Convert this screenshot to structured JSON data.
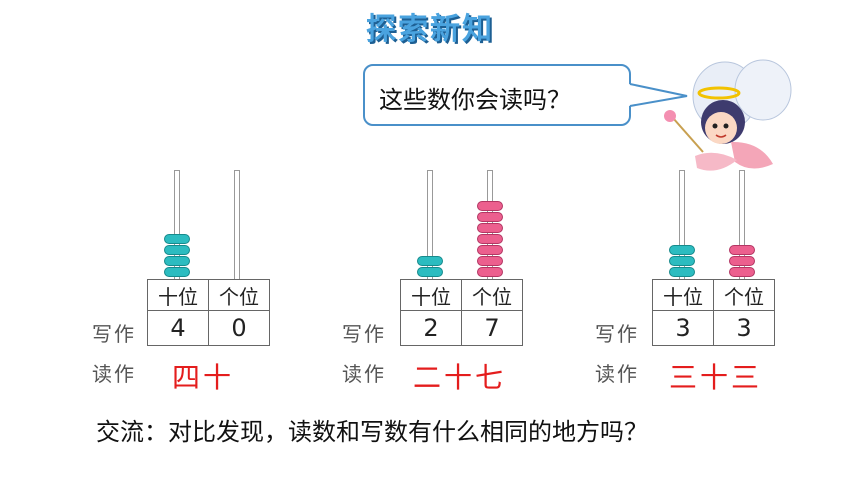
{
  "header": {
    "title": "探索新知"
  },
  "bubble": {
    "text": "这些数你会读吗？"
  },
  "row_labels": {
    "write": "写作",
    "read": "读作"
  },
  "place_headers": {
    "tens": "十位",
    "ones": "个位"
  },
  "examples": [
    {
      "tens_digit": "4",
      "ones_digit": "0",
      "reading": "四十",
      "tens_beads": 4,
      "ones_beads": 0
    },
    {
      "tens_digit": "2",
      "ones_digit": "7",
      "reading": "二十七",
      "tens_beads": 2,
      "ones_beads": 7
    },
    {
      "tens_digit": "3",
      "ones_digit": "3",
      "reading": "三十三",
      "tens_beads": 3,
      "ones_beads": 3
    }
  ],
  "question": "交流：对比发现，读数和写数有什么相同的地方吗？",
  "colors": {
    "tens_bead": "#2cbcc0",
    "ones_bead": "#ec5f8e",
    "answer": "#e41d1d",
    "header": "#4aa3df"
  },
  "icons": {
    "fairy": "fairy-illustration"
  }
}
